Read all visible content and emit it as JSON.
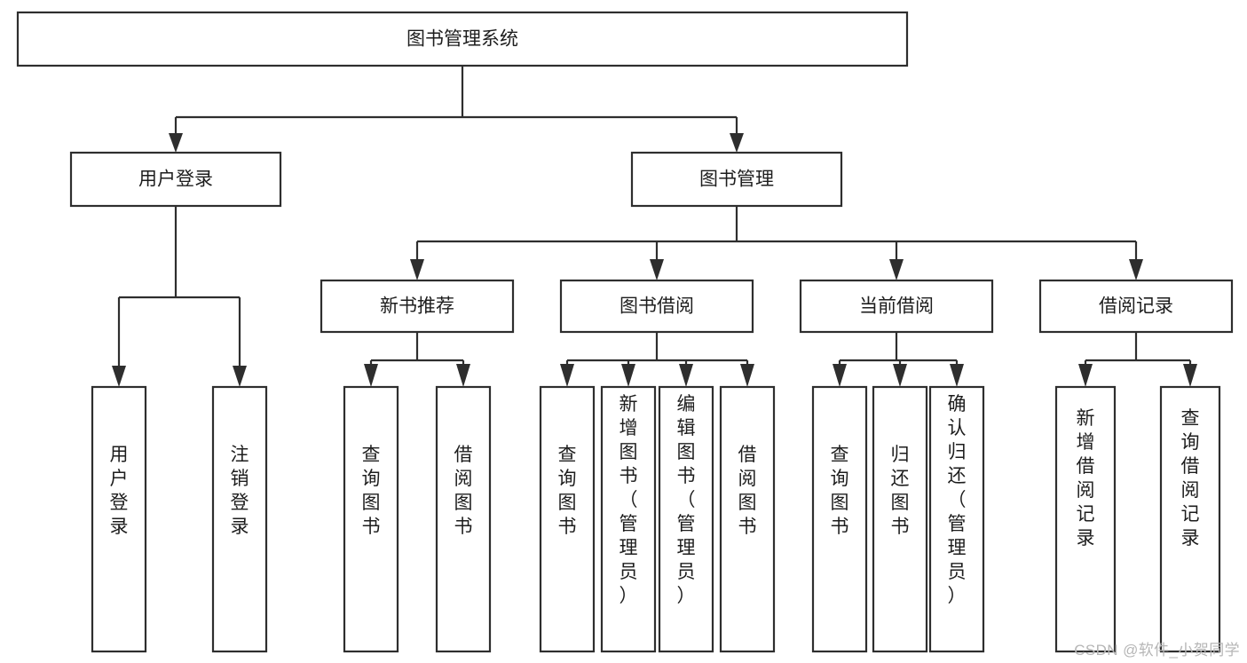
{
  "diagram": {
    "type": "hierarchy-tree",
    "title": "图书管理系统",
    "watermark": "CSDN @软件_小贺同学",
    "colors": {
      "stroke": "#2e2e2e",
      "fill": "#ffffff",
      "text": "#1d1d1d",
      "watermark": "#b6b6b6"
    },
    "levels": {
      "root": {
        "label": "图书管理系统"
      },
      "level2": [
        {
          "label": "用户登录"
        },
        {
          "label": "图书管理"
        }
      ],
      "level3": [
        {
          "label": "新书推荐"
        },
        {
          "label": "图书借阅"
        },
        {
          "label": "当前借阅"
        },
        {
          "label": "借阅记录"
        }
      ],
      "leaves": {
        "user_login": [
          {
            "label": "用户登录"
          },
          {
            "label": "注销登录"
          }
        ],
        "new_book": [
          {
            "label": "查询图书"
          },
          {
            "label": "借阅图书"
          }
        ],
        "borrow_book": [
          {
            "label": "查询图书"
          },
          {
            "label": "新增图书（管理员）"
          },
          {
            "label": "编辑图书（管理员）"
          },
          {
            "label": "借阅图书"
          }
        ],
        "current_borrow": [
          {
            "label": "查询图书"
          },
          {
            "label": "归还图书"
          },
          {
            "label": "确认归还（管理员）"
          }
        ],
        "borrow_record": [
          {
            "label": "新增借阅记录"
          },
          {
            "label": "查询借阅记录"
          }
        ]
      }
    }
  }
}
